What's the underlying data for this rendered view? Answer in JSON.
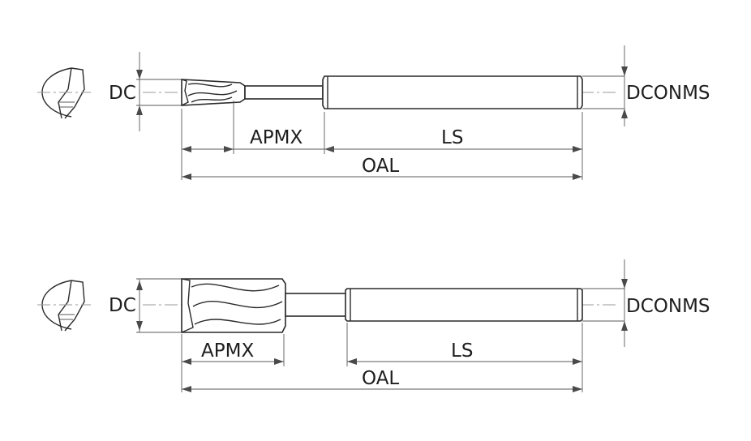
{
  "drawings": [
    {
      "dc": "DC",
      "dconms": "DCONMS",
      "apmx": "APMX",
      "ls": "LS",
      "oal": "OAL"
    },
    {
      "dc": "DC",
      "dconms": "DCONMS",
      "apmx": "APMX",
      "ls": "LS",
      "oal": "OAL"
    }
  ],
  "colors": {
    "line": "#2a2a2a",
    "centerline": "#9a9a9a",
    "text": "#1e1e1e"
  }
}
